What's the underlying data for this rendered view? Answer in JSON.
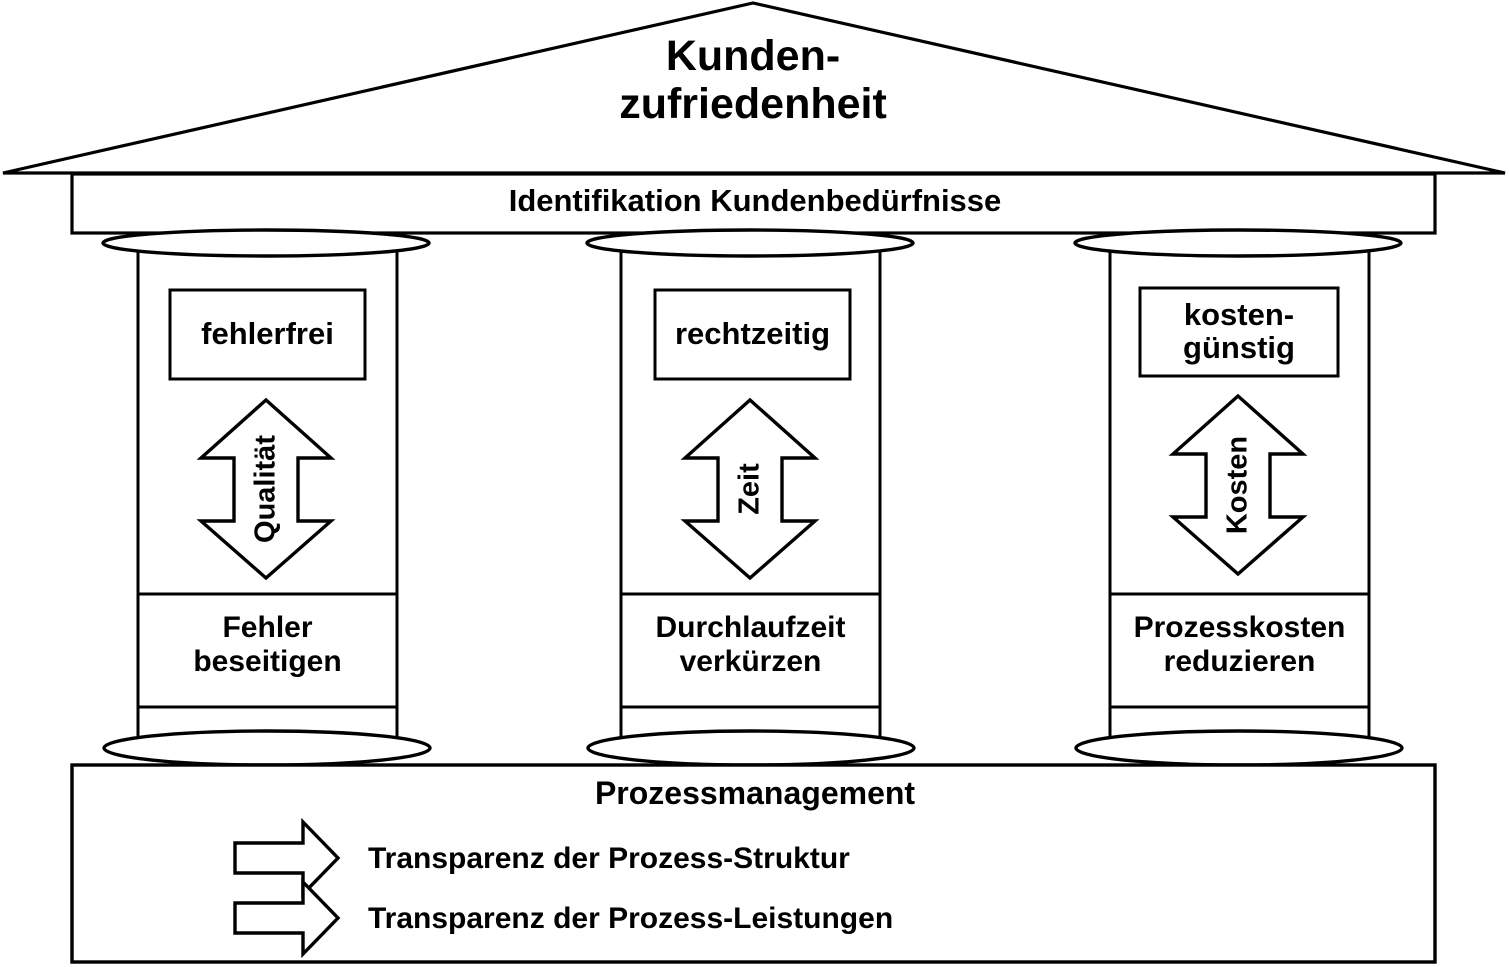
{
  "diagram": {
    "title_lines": "Kunden-\nzufriedenheit",
    "architrave": "Identifikation Kundenbedürfnisse",
    "columns": [
      {
        "capital": "fehlerfrei",
        "arrow_label": "Qualität",
        "band": "Fehler\nbeseitigen"
      },
      {
        "capital": "rechtzeitig",
        "arrow_label": "Zeit",
        "band": "Durchlaufzeit\nverkürzen"
      },
      {
        "capital": "kosten-\ngünstig",
        "arrow_label": "Kosten",
        "band": "Prozesskosten\nreduzieren"
      }
    ],
    "base": {
      "title": "Prozessmanagement",
      "items": [
        "Transparenz der Prozess-Struktur",
        "Transparenz der Prozess-Leistungen"
      ]
    },
    "colors": {
      "stroke": "#000000",
      "fill": "#ffffff",
      "text": "#000000"
    }
  }
}
